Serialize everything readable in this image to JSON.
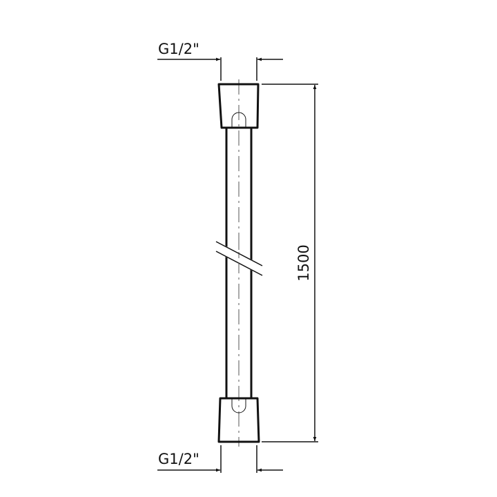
{
  "drawing": {
    "thread_top_label": "G1/2\"",
    "thread_bottom_label": "G1/2\"",
    "length_dimension": "1500",
    "line_color": "#111111"
  }
}
